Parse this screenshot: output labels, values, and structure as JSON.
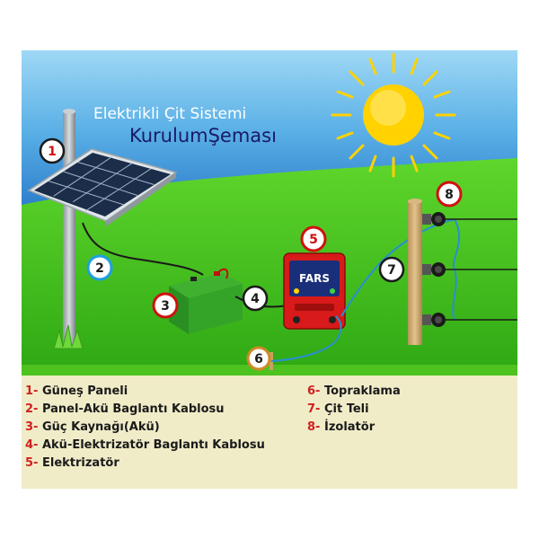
{
  "title": {
    "line1": "Elektrikli Çit Sistemi",
    "line2": "KurulumŞeması"
  },
  "device_label": "FARS",
  "badges": [
    "1",
    "2",
    "3",
    "4",
    "5",
    "6",
    "7",
    "8"
  ],
  "legend": {
    "left": [
      {
        "num": "1-",
        "text": " Güneş Paneli"
      },
      {
        "num": "2-",
        "text": " Panel-Akü Baglantı Kablosu"
      },
      {
        "num": "3-",
        "text": " Güç Kaynağı(Akü)"
      },
      {
        "num": "4-",
        "text": " Akü-Elektrizatör Baglantı Kablosu"
      },
      {
        "num": "5-",
        "text": " Elektrizatör"
      }
    ],
    "right": [
      {
        "num": "6-",
        "text": " Topraklama"
      },
      {
        "num": "7-",
        "text": " Çit Teli"
      },
      {
        "num": "8-",
        "text": " İzolatör"
      }
    ]
  },
  "colors": {
    "sky": "#1f6fc4",
    "grass": "#3fbf1f",
    "legend_bg": "#f0ecc8",
    "badge_red": "#d01010",
    "badge_blue": "#1ea0e0",
    "wire_blue": "#2a8fd0",
    "sun": "#ffd200"
  }
}
